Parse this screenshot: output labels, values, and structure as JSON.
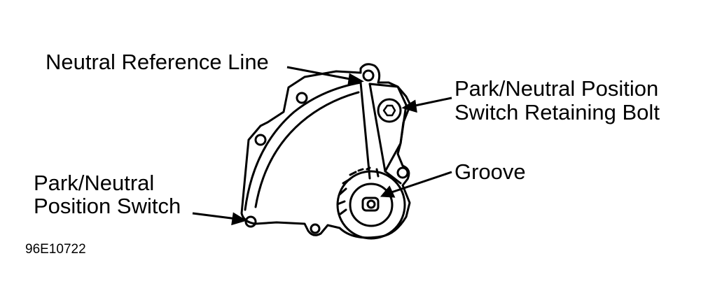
{
  "labels": {
    "neutral_reference_line": "Neutral Reference Line",
    "retaining_bolt_line1": "Park/Neutral Position",
    "retaining_bolt_line2": "Switch Retaining Bolt",
    "groove": "Groove",
    "switch_line1": "Park/Neutral",
    "switch_line2": "Position Switch"
  },
  "figure_code": "96E10722",
  "colors": {
    "ink": "#000000",
    "background": "#ffffff"
  }
}
